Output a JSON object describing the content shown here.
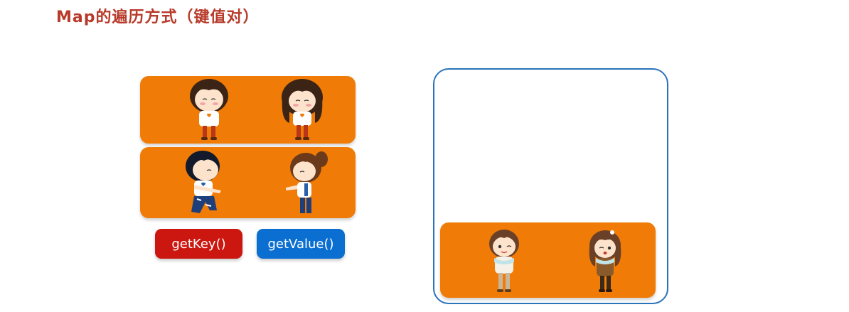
{
  "title": "Map的遍历方式（键值对）",
  "buttons": {
    "get_key": "getKey()",
    "get_value": "getValue()"
  },
  "colors": {
    "title": "#b73a2a",
    "card": "#f07b06",
    "get_key_button": "#cc1710",
    "get_value_button": "#0a6fd0",
    "set_border": "#2b73bb"
  },
  "map_entries": [
    {
      "key_figure": "boy-character",
      "value_figure": "girl-character"
    },
    {
      "key_figure": "boy-character-kneeling",
      "value_figure": "girl-character-ponytail"
    }
  ],
  "entry_set": [
    {
      "key_figure": "boy-character-winking",
      "value_figure": "girl-character-winking"
    }
  ]
}
